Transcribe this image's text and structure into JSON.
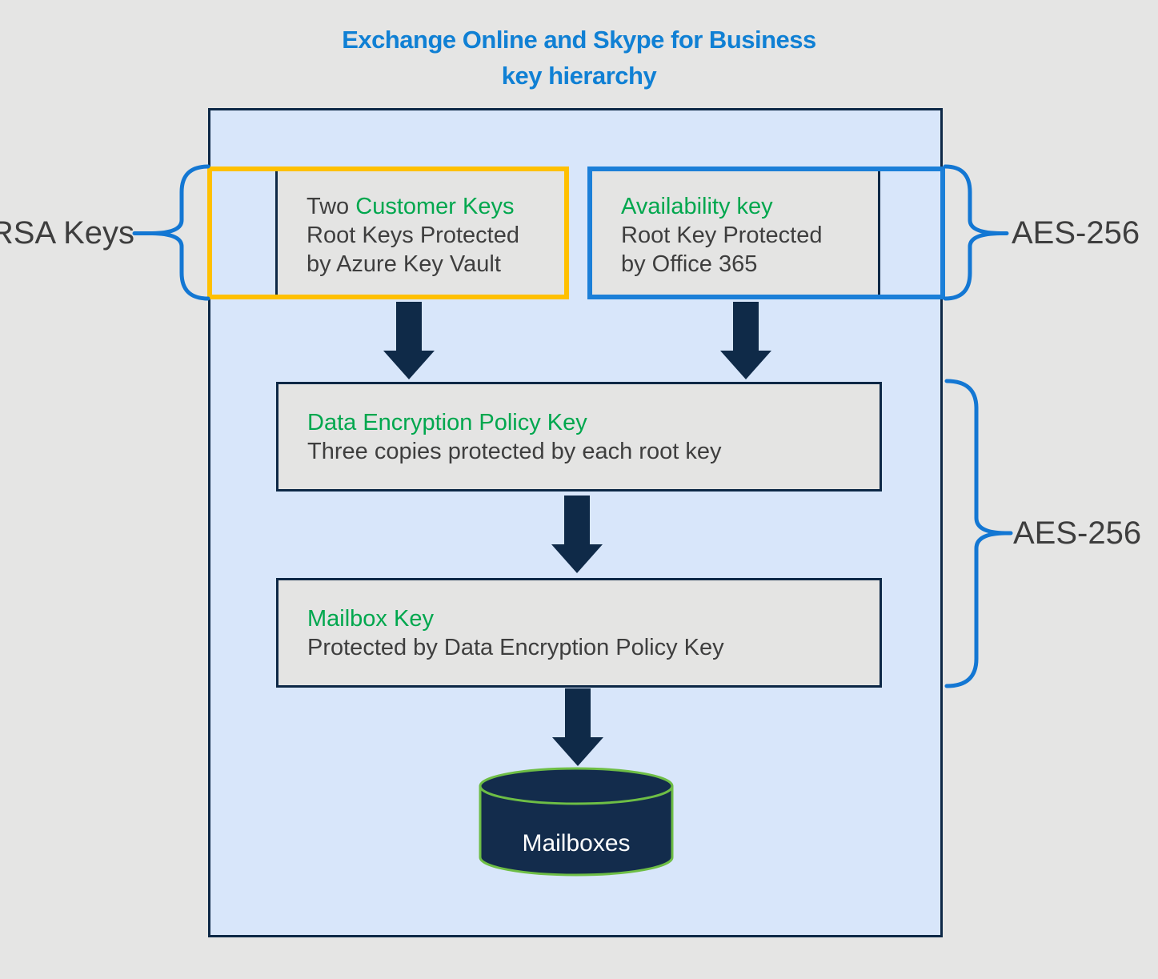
{
  "title": {
    "line1": "Exchange Online and Skype for Business",
    "line2": "key hierarchy"
  },
  "side_labels": {
    "rsa_keys": "RSA Keys",
    "aes_256_top": "AES-256",
    "aes_256_bottom": "AES-256"
  },
  "boxes": {
    "customer_keys": {
      "title_prefix": "Two ",
      "title": "Customer Keys",
      "line2": "Root Keys Protected",
      "line3": "by Azure Key Vault"
    },
    "availability_key": {
      "title": "Availability key",
      "line2": "Root Key Protected",
      "line3": "by Office 365"
    },
    "data_encryption_policy_key": {
      "title": "Data Encryption Policy Key",
      "line2": "Three copies protected by each root key"
    },
    "mailbox_key": {
      "title": "Mailbox Key",
      "line2": "Protected by Data Encryption Policy Key"
    }
  },
  "database": {
    "label": "Mailboxes"
  },
  "colors": {
    "title_blue": "#1080D4",
    "customer_box_border_orange": "#FFC000",
    "availability_box_border_blue": "#1B7FD8",
    "key_name_green": "#00A74E",
    "navy": "#0D2846",
    "arrow_navy": "#0F2A48",
    "brace_blue": "#1377D3",
    "container_fill_blue": "#D8E6FA",
    "box_fill_gray": "#E4E4E3",
    "cylinder_fill_navy": "#132C4C",
    "cylinder_outline_green": "#6EBE45",
    "text_dark_gray": "#3E3E3E"
  }
}
